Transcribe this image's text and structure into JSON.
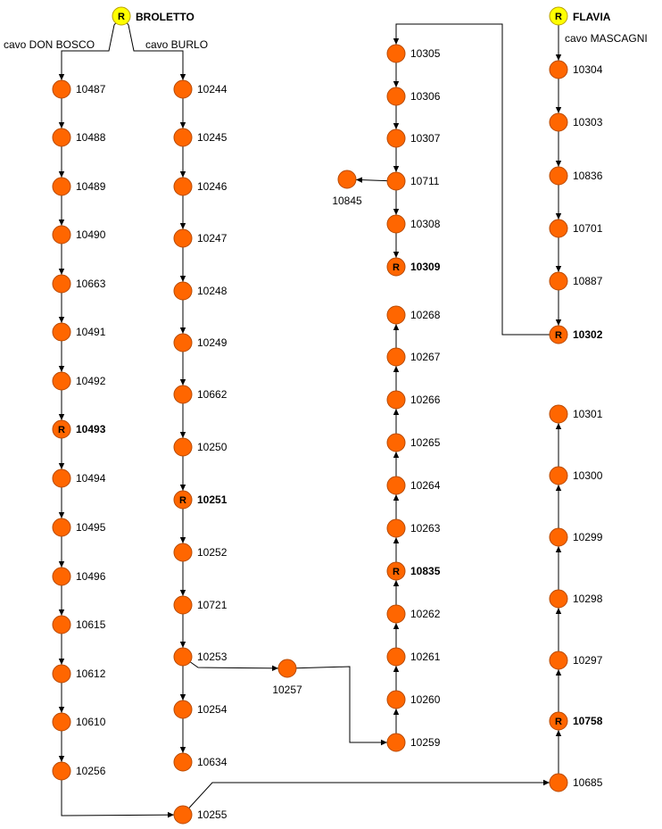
{
  "colors": {
    "node": "#FF6600",
    "node_stroke": "#B84A00",
    "substation": "#FFFF00",
    "substation_stroke": "#B8A000",
    "line": "#000000"
  },
  "substations": [
    {
      "id": "broletto",
      "label": "BROLETTO",
      "marker": "R"
    },
    {
      "id": "flavia",
      "label": "FLAVIA",
      "marker": "R"
    }
  ],
  "cables": [
    {
      "id": "don-bosco",
      "label": "cavo DON BOSCO"
    },
    {
      "id": "burlo",
      "label": "cavo BURLO"
    },
    {
      "id": "mascagni",
      "label": "cavo MASCAGNI"
    }
  ],
  "nodes": [
    {
      "id": "10487",
      "label": "10487",
      "marker": ""
    },
    {
      "id": "10488",
      "label": "10488",
      "marker": ""
    },
    {
      "id": "10489",
      "label": "10489",
      "marker": ""
    },
    {
      "id": "10490",
      "label": "10490",
      "marker": ""
    },
    {
      "id": "10663",
      "label": "10663",
      "marker": ""
    },
    {
      "id": "10491",
      "label": "10491",
      "marker": ""
    },
    {
      "id": "10492",
      "label": "10492",
      "marker": ""
    },
    {
      "id": "10493",
      "label": "10493",
      "marker": "R"
    },
    {
      "id": "10494",
      "label": "10494",
      "marker": ""
    },
    {
      "id": "10495",
      "label": "10495",
      "marker": ""
    },
    {
      "id": "10496",
      "label": "10496",
      "marker": ""
    },
    {
      "id": "10615",
      "label": "10615",
      "marker": ""
    },
    {
      "id": "10612",
      "label": "10612",
      "marker": ""
    },
    {
      "id": "10610",
      "label": "10610",
      "marker": ""
    },
    {
      "id": "10256",
      "label": "10256",
      "marker": ""
    },
    {
      "id": "10244",
      "label": "10244",
      "marker": ""
    },
    {
      "id": "10245",
      "label": "10245",
      "marker": ""
    },
    {
      "id": "10246",
      "label": "10246",
      "marker": ""
    },
    {
      "id": "10247",
      "label": "10247",
      "marker": ""
    },
    {
      "id": "10248",
      "label": "10248",
      "marker": ""
    },
    {
      "id": "10249",
      "label": "10249",
      "marker": ""
    },
    {
      "id": "10662",
      "label": "10662",
      "marker": ""
    },
    {
      "id": "10250",
      "label": "10250",
      "marker": ""
    },
    {
      "id": "10251",
      "label": "10251",
      "marker": "R"
    },
    {
      "id": "10252",
      "label": "10252",
      "marker": ""
    },
    {
      "id": "10721",
      "label": "10721",
      "marker": ""
    },
    {
      "id": "10253",
      "label": "10253",
      "marker": ""
    },
    {
      "id": "10254",
      "label": "10254",
      "marker": ""
    },
    {
      "id": "10634",
      "label": "10634",
      "marker": ""
    },
    {
      "id": "10255",
      "label": "10255",
      "marker": ""
    },
    {
      "id": "10257",
      "label": "10257",
      "marker": ""
    },
    {
      "id": "10305",
      "label": "10305",
      "marker": ""
    },
    {
      "id": "10306",
      "label": "10306",
      "marker": ""
    },
    {
      "id": "10307",
      "label": "10307",
      "marker": ""
    },
    {
      "id": "10711",
      "label": "10711",
      "marker": ""
    },
    {
      "id": "10845",
      "label": "10845",
      "marker": ""
    },
    {
      "id": "10308",
      "label": "10308",
      "marker": ""
    },
    {
      "id": "10309",
      "label": "10309",
      "marker": "R"
    },
    {
      "id": "10268",
      "label": "10268",
      "marker": ""
    },
    {
      "id": "10267",
      "label": "10267",
      "marker": ""
    },
    {
      "id": "10266",
      "label": "10266",
      "marker": ""
    },
    {
      "id": "10265",
      "label": "10265",
      "marker": ""
    },
    {
      "id": "10264",
      "label": "10264",
      "marker": ""
    },
    {
      "id": "10263",
      "label": "10263",
      "marker": ""
    },
    {
      "id": "10835",
      "label": "10835",
      "marker": "R"
    },
    {
      "id": "10262",
      "label": "10262",
      "marker": ""
    },
    {
      "id": "10261",
      "label": "10261",
      "marker": ""
    },
    {
      "id": "10260",
      "label": "10260",
      "marker": ""
    },
    {
      "id": "10259",
      "label": "10259",
      "marker": ""
    },
    {
      "id": "10304",
      "label": "10304",
      "marker": ""
    },
    {
      "id": "10303",
      "label": "10303",
      "marker": ""
    },
    {
      "id": "10836",
      "label": "10836",
      "marker": ""
    },
    {
      "id": "10701",
      "label": "10701",
      "marker": ""
    },
    {
      "id": "10887",
      "label": "10887",
      "marker": ""
    },
    {
      "id": "10302",
      "label": "10302",
      "marker": "R"
    },
    {
      "id": "10301",
      "label": "10301",
      "marker": ""
    },
    {
      "id": "10300",
      "label": "10300",
      "marker": ""
    },
    {
      "id": "10299",
      "label": "10299",
      "marker": ""
    },
    {
      "id": "10298",
      "label": "10298",
      "marker": ""
    },
    {
      "id": "10297",
      "label": "10297",
      "marker": ""
    },
    {
      "id": "10758",
      "label": "10758",
      "marker": "R"
    },
    {
      "id": "10685",
      "label": "10685",
      "marker": ""
    }
  ],
  "edges": [
    [
      "broletto",
      "10487"
    ],
    [
      "10487",
      "10488"
    ],
    [
      "10488",
      "10489"
    ],
    [
      "10489",
      "10490"
    ],
    [
      "10490",
      "10663"
    ],
    [
      "10663",
      "10491"
    ],
    [
      "10491",
      "10492"
    ],
    [
      "10492",
      "10493"
    ],
    [
      "10493",
      "10494"
    ],
    [
      "10494",
      "10495"
    ],
    [
      "10495",
      "10496"
    ],
    [
      "10496",
      "10615"
    ],
    [
      "10615",
      "10612"
    ],
    [
      "10612",
      "10610"
    ],
    [
      "10610",
      "10256"
    ],
    [
      "10256",
      "10255"
    ],
    [
      "broletto",
      "10244"
    ],
    [
      "10244",
      "10245"
    ],
    [
      "10245",
      "10246"
    ],
    [
      "10246",
      "10247"
    ],
    [
      "10247",
      "10248"
    ],
    [
      "10248",
      "10249"
    ],
    [
      "10249",
      "10662"
    ],
    [
      "10662",
      "10250"
    ],
    [
      "10250",
      "10251"
    ],
    [
      "10251",
      "10252"
    ],
    [
      "10252",
      "10721"
    ],
    [
      "10721",
      "10253"
    ],
    [
      "10253",
      "10254"
    ],
    [
      "10254",
      "10634"
    ],
    [
      "10253",
      "10257"
    ],
    [
      "10257",
      "10259"
    ],
    [
      "10259",
      "10260"
    ],
    [
      "10260",
      "10261"
    ],
    [
      "10261",
      "10262"
    ],
    [
      "10262",
      "10835"
    ],
    [
      "10835",
      "10263"
    ],
    [
      "10263",
      "10264"
    ],
    [
      "10264",
      "10265"
    ],
    [
      "10265",
      "10266"
    ],
    [
      "10266",
      "10267"
    ],
    [
      "10267",
      "10268"
    ],
    [
      "10255",
      "10685"
    ],
    [
      "10685",
      "10758"
    ],
    [
      "10758",
      "10297"
    ],
    [
      "10297",
      "10298"
    ],
    [
      "10298",
      "10299"
    ],
    [
      "10299",
      "10300"
    ],
    [
      "10300",
      "10301"
    ],
    [
      "flavia",
      "10304"
    ],
    [
      "10304",
      "10303"
    ],
    [
      "10303",
      "10836"
    ],
    [
      "10836",
      "10701"
    ],
    [
      "10701",
      "10887"
    ],
    [
      "10887",
      "10302"
    ],
    [
      "10302",
      "10305"
    ],
    [
      "10305",
      "10306"
    ],
    [
      "10306",
      "10307"
    ],
    [
      "10307",
      "10711"
    ],
    [
      "10711",
      "10845"
    ],
    [
      "10711",
      "10308"
    ],
    [
      "10308",
      "10309"
    ]
  ]
}
